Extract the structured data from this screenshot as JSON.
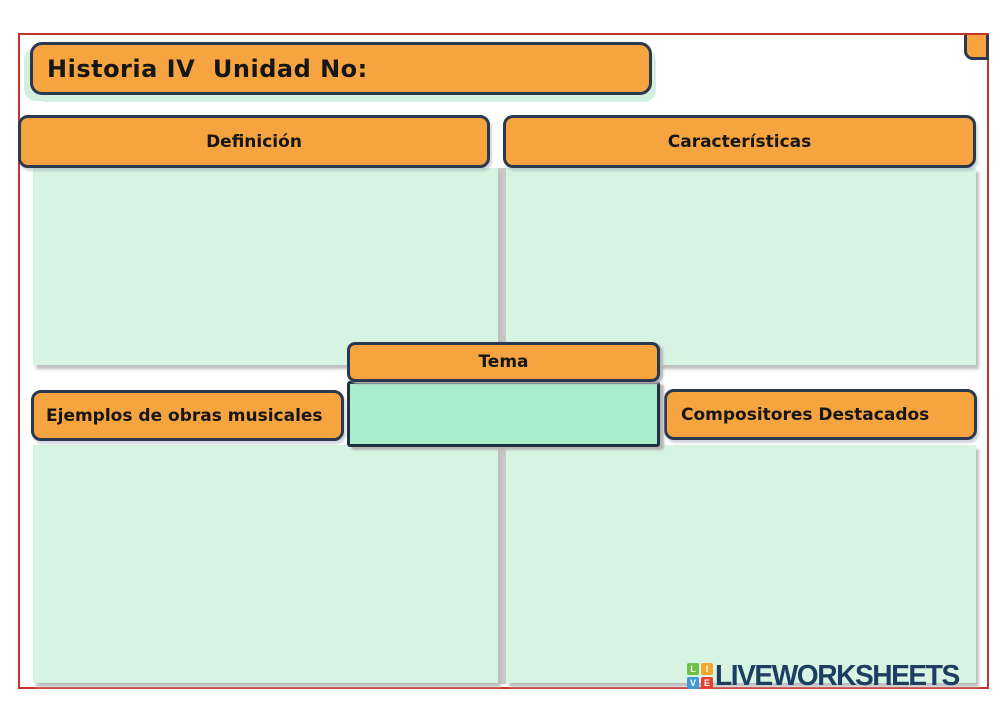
{
  "page": {
    "title_label": "Historia IV  Unidad No:"
  },
  "headers": {
    "definicion": "Definición",
    "caracteristicas": "Características",
    "tema": "Tema",
    "ejemplos": "Ejemplos de obras musicales",
    "compositores": "Compositores Destacados"
  },
  "colors": {
    "accent_orange": "#f6a440",
    "outline_dark": "#2a3950",
    "panel_mint": "#d7f3e2",
    "tema_mint": "#a9eeca",
    "page_border_red": "#c5342c",
    "logo_navy": "#1d3e63"
  },
  "branding": {
    "logo_text": "LIVEWORKSHEETS",
    "squares": [
      {
        "letter": "L",
        "color": "#6cbf47"
      },
      {
        "letter": "I",
        "color": "#f6a62c"
      },
      {
        "letter": "V",
        "color": "#3f9ad6"
      },
      {
        "letter": "E",
        "color": "#e8402f"
      }
    ]
  }
}
